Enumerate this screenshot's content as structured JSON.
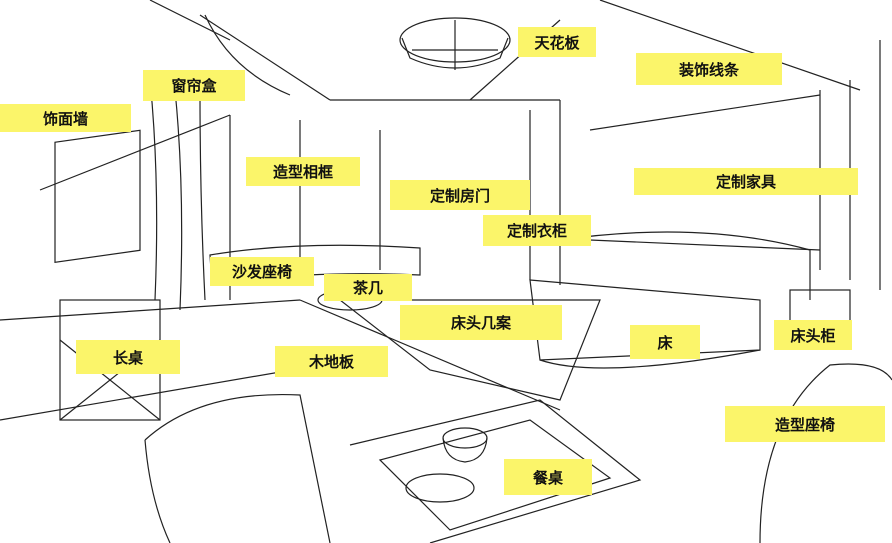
{
  "labels": {
    "ceiling": "天花板",
    "curtain_box": "窗帘盒",
    "decorative_molding": "装饰线条",
    "feature_wall": "饰面墙",
    "shaped_photo_frame": "造型相框",
    "custom_door": "定制房门",
    "custom_furniture": "定制家具",
    "custom_wardrobe": "定制衣柜",
    "sofa_chair": "沙发座椅",
    "tea_table": "茶几",
    "bedside_console": "床头几案",
    "long_desk": "长桌",
    "wood_floor": "木地板",
    "bed": "床",
    "bedside_cabinet": "床头柜",
    "shaped_chair": "造型座椅",
    "dining_table": "餐桌"
  },
  "colors": {
    "label_background": "#fbf56a",
    "sketch_line": "#222222",
    "background": "#ffffff"
  }
}
